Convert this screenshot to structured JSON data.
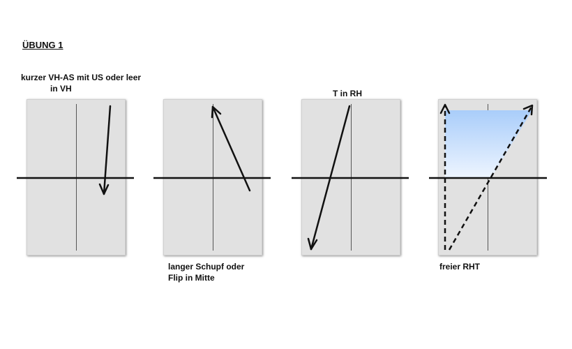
{
  "title": "ÜBUNG 1",
  "captions": {
    "c1_line1": "kurzer VH-AS mit US oder leer",
    "c1_line2": "in VH",
    "c2_line1": "langer Schupf oder",
    "c2_line2": "Flip in Mitte",
    "c3": "T in RH",
    "c4": "freier RHT"
  },
  "colors": {
    "court": "#e1e1e1",
    "line": "#111111",
    "shade_top": "#a9cdfa",
    "shade_bottom": "#eef5ff"
  }
}
